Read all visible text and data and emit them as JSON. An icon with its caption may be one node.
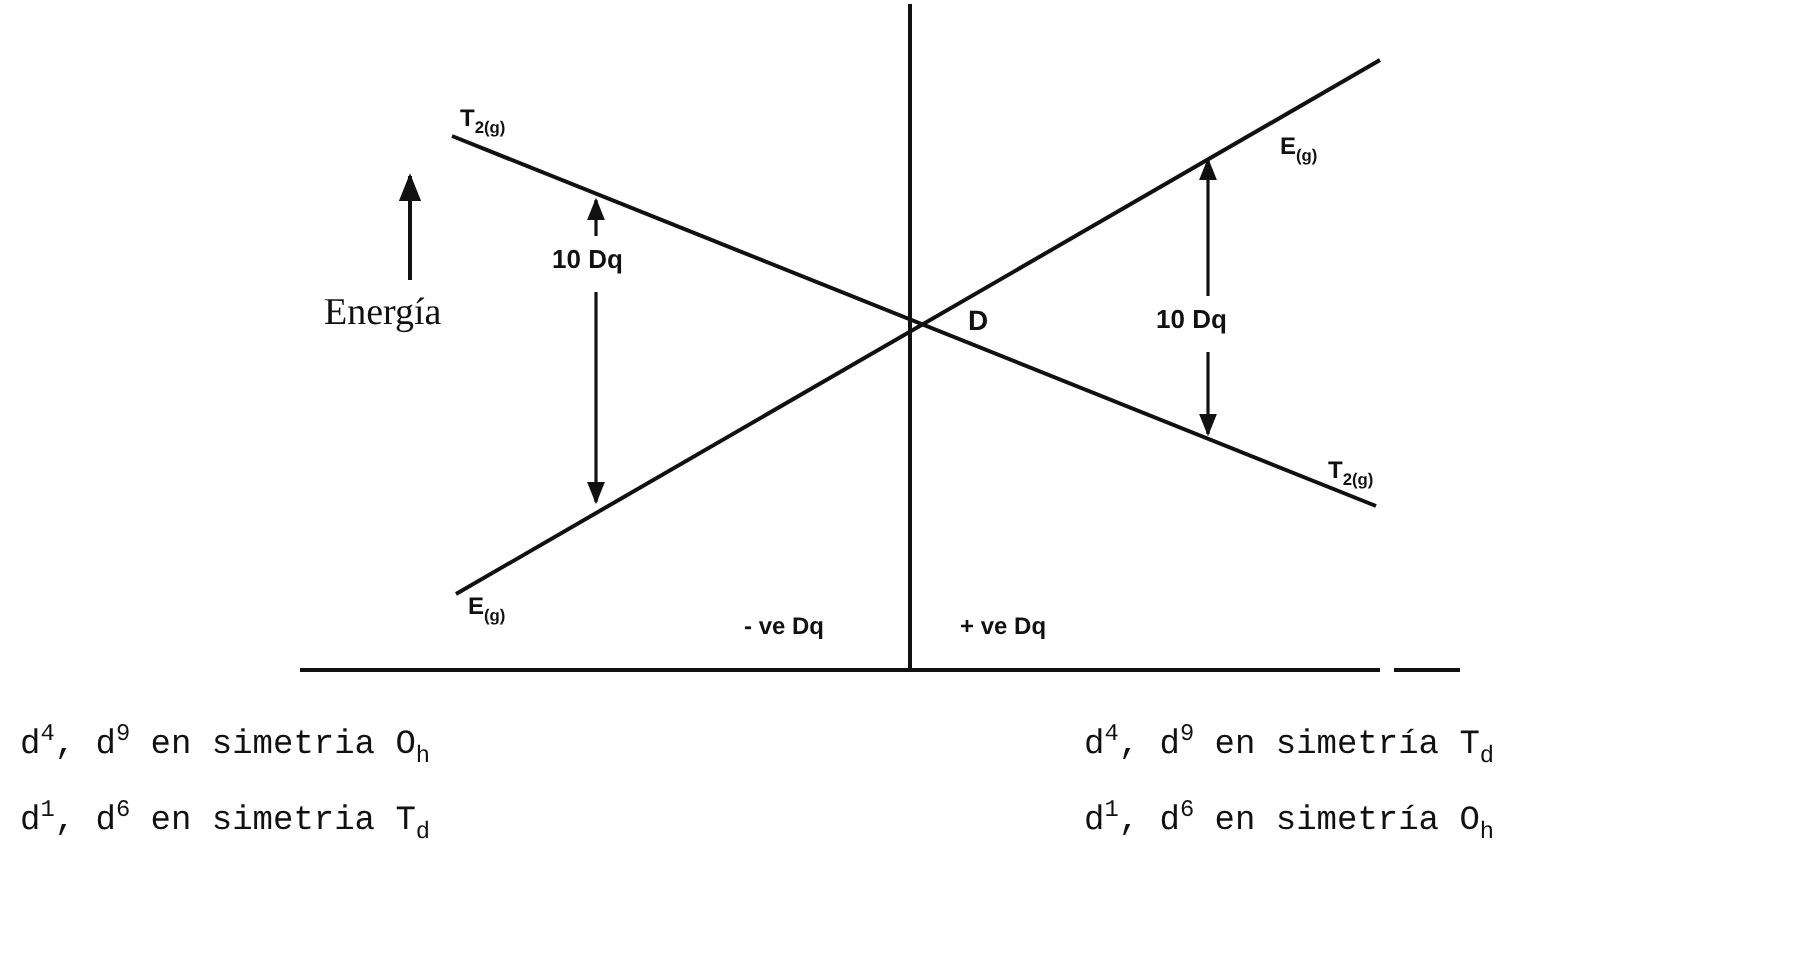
{
  "diagram": {
    "labels": [
      "T$_{2(g)}$",
      "Energía",
      "10 Dq",
      "E$_{(g)}$",
      "D",
      "10 Dq",
      "E$_{(g)}$",
      "T$_{2(g)}$",
      "- ve Dq",
      "+ ve Dq",
      "d$^{4}$, d$^{9}$ en simetria  O$_{h}$",
      "d$^{4}$, d$^{9}$ en simetría  T$_{d}$",
      "d$^{1}$, d$^{6}$ en simetria  T$_{d}$",
      "d$^{1}$, d$^{6}$ en simetría  O$_{h}$"
    ]
  }
}
